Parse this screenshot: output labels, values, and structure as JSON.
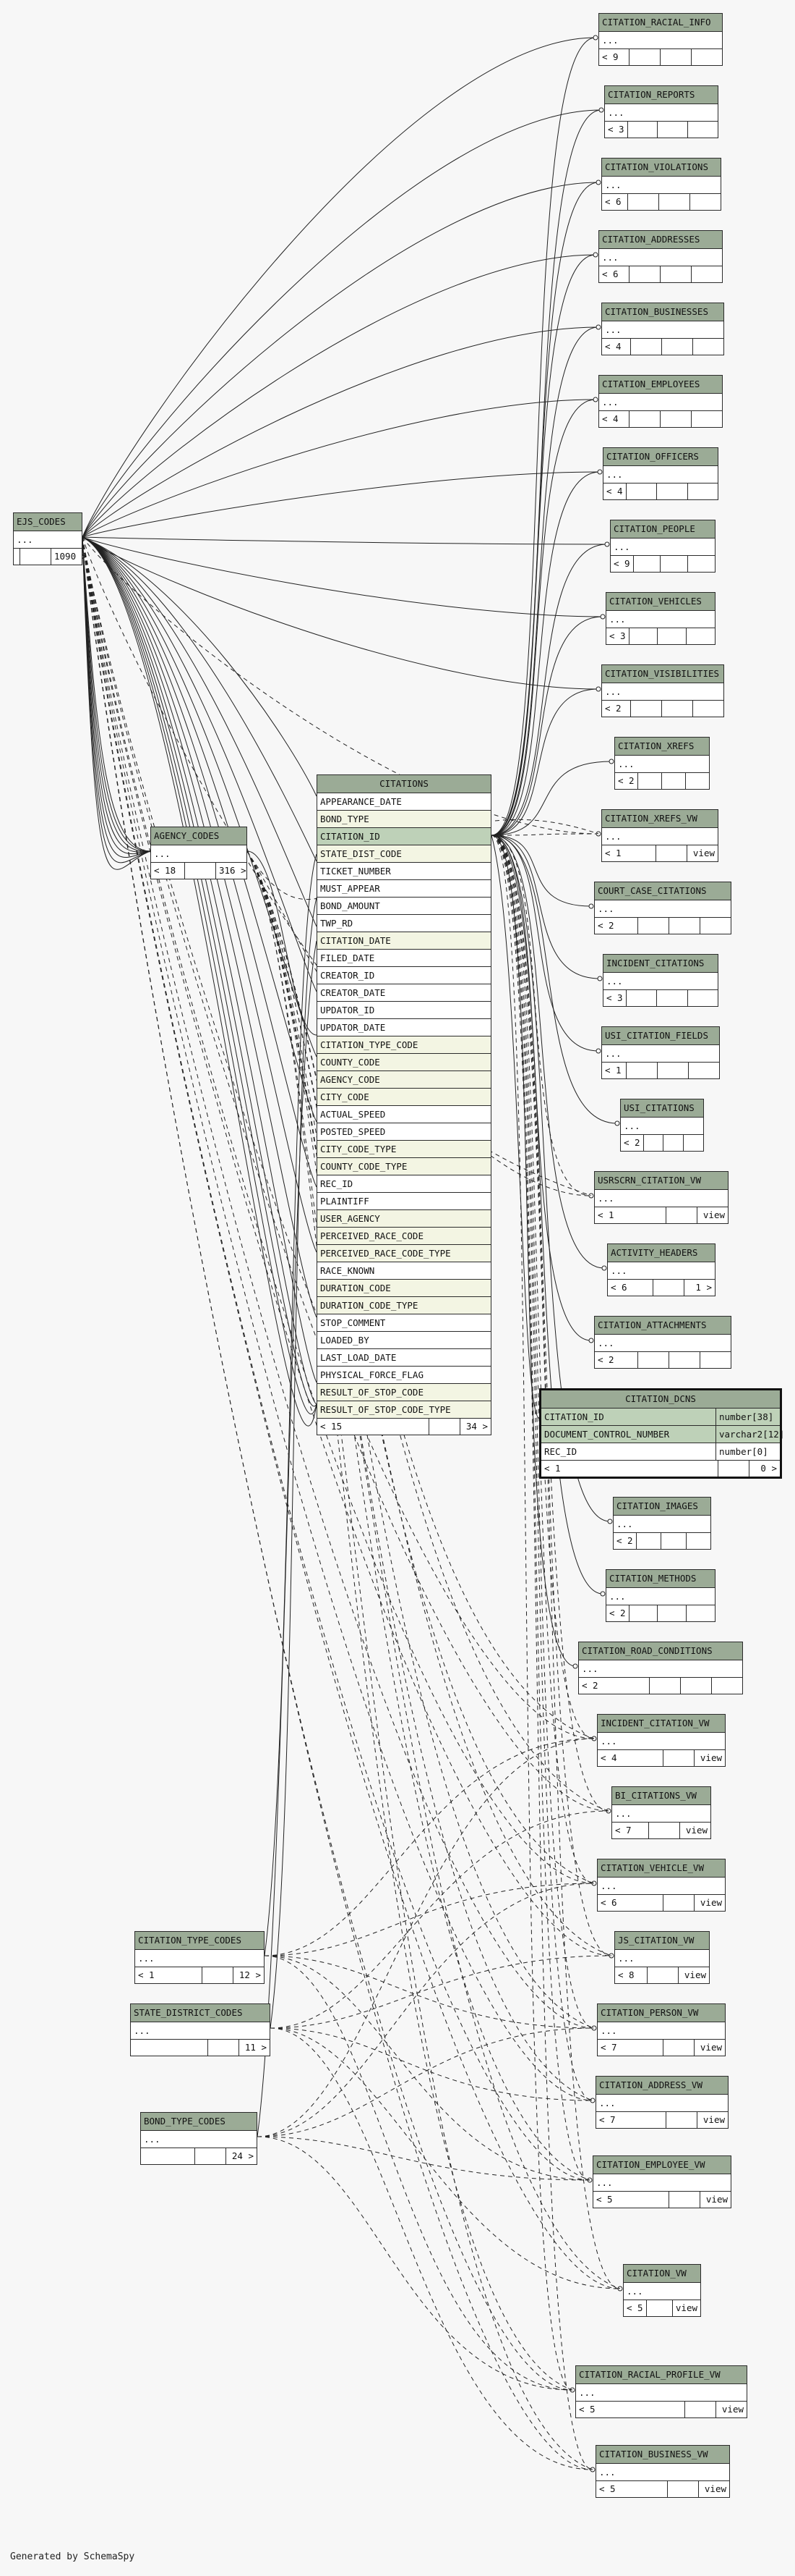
{
  "credit": "Generated by SchemaSpy",
  "colors": {
    "header": "#9bab96",
    "key_column": "#f3f5e3",
    "primary_key": "#bed1b8",
    "border": "#2b2b2b",
    "background": "#f7f7f7"
  },
  "citations": {
    "name": "CITATIONS",
    "columns": [
      {
        "name": "APPEARANCE_DATE",
        "kind": "plain"
      },
      {
        "name": "BOND_TYPE",
        "kind": "key"
      },
      {
        "name": "CITATION_ID",
        "kind": "pk"
      },
      {
        "name": "STATE_DIST_CODE",
        "kind": "key"
      },
      {
        "name": "TICKET_NUMBER",
        "kind": "plain"
      },
      {
        "name": "MUST_APPEAR",
        "kind": "plain"
      },
      {
        "name": "BOND_AMOUNT",
        "kind": "plain"
      },
      {
        "name": "TWP_RD",
        "kind": "plain"
      },
      {
        "name": "CITATION_DATE",
        "kind": "key"
      },
      {
        "name": "FILED_DATE",
        "kind": "plain"
      },
      {
        "name": "CREATOR_ID",
        "kind": "plain"
      },
      {
        "name": "CREATOR_DATE",
        "kind": "plain"
      },
      {
        "name": "UPDATOR_ID",
        "kind": "plain"
      },
      {
        "name": "UPDATOR_DATE",
        "kind": "plain"
      },
      {
        "name": "CITATION_TYPE_CODE",
        "kind": "key"
      },
      {
        "name": "COUNTY_CODE",
        "kind": "key"
      },
      {
        "name": "AGENCY_CODE",
        "kind": "key"
      },
      {
        "name": "CITY_CODE",
        "kind": "key"
      },
      {
        "name": "ACTUAL_SPEED",
        "kind": "plain"
      },
      {
        "name": "POSTED_SPEED",
        "kind": "plain"
      },
      {
        "name": "CITY_CODE_TYPE",
        "kind": "key"
      },
      {
        "name": "COUNTY_CODE_TYPE",
        "kind": "key"
      },
      {
        "name": "REC_ID",
        "kind": "plain"
      },
      {
        "name": "PLAINTIFF",
        "kind": "plain"
      },
      {
        "name": "USER_AGENCY",
        "kind": "key"
      },
      {
        "name": "PERCEIVED_RACE_CODE",
        "kind": "key"
      },
      {
        "name": "PERCEIVED_RACE_CODE_TYPE",
        "kind": "key"
      },
      {
        "name": "RACE_KNOWN",
        "kind": "plain"
      },
      {
        "name": "DURATION_CODE",
        "kind": "key"
      },
      {
        "name": "DURATION_CODE_TYPE",
        "kind": "key"
      },
      {
        "name": "STOP_COMMENT",
        "kind": "plain"
      },
      {
        "name": "LOADED_BY",
        "kind": "plain"
      },
      {
        "name": "LAST_LOAD_DATE",
        "kind": "plain"
      },
      {
        "name": "PHYSICAL_FORCE_FLAG",
        "kind": "plain"
      },
      {
        "name": "RESULT_OF_STOP_CODE",
        "kind": "key"
      },
      {
        "name": "RESULT_OF_STOP_CODE_TYPE",
        "kind": "key"
      }
    ],
    "footer": [
      "< 15",
      "",
      "34 >"
    ]
  },
  "citation_dcns": {
    "name": "CITATION_DCNS",
    "columns": [
      {
        "name": "CITATION_ID",
        "type": "number[38]",
        "kind": "pk"
      },
      {
        "name": "DOCUMENT_CONTROL_NUMBER",
        "type": "varchar2[12]",
        "kind": "pk"
      },
      {
        "name": "REC_ID",
        "type": "number[0]",
        "kind": "plain"
      }
    ],
    "footer": [
      "< 1",
      "",
      "0 >"
    ]
  },
  "parents": [
    {
      "name": "EJS_CODES",
      "rows": [
        "..."
      ],
      "footer": [
        "",
        "",
        "1090 >"
      ]
    },
    {
      "name": "AGENCY_CODES",
      "rows": [
        "..."
      ],
      "footer": [
        "< 18",
        "",
        "316 >"
      ]
    },
    {
      "name": "CITATION_TYPE_CODES",
      "rows": [
        "..."
      ],
      "footer": [
        "< 1",
        "",
        "12 >"
      ]
    },
    {
      "name": "STATE_DISTRICT_CODES",
      "rows": [
        "..."
      ],
      "footer": [
        "",
        "",
        "11 >"
      ]
    },
    {
      "name": "BOND_TYPE_CODES",
      "rows": [
        "..."
      ],
      "footer": [
        "",
        "",
        "24 >"
      ]
    }
  ],
  "children": [
    {
      "name": "CITATION_RACIAL_INFO",
      "footer": "< 9"
    },
    {
      "name": "CITATION_REPORTS",
      "footer": "< 3"
    },
    {
      "name": "CITATION_VIOLATIONS",
      "footer": "< 6"
    },
    {
      "name": "CITATION_ADDRESSES",
      "footer": "< 6"
    },
    {
      "name": "CITATION_BUSINESSES",
      "footer": "< 4"
    },
    {
      "name": "CITATION_EMPLOYEES",
      "footer": "< 4"
    },
    {
      "name": "CITATION_OFFICERS",
      "footer": "< 4"
    },
    {
      "name": "CITATION_PEOPLE",
      "footer": "< 9"
    },
    {
      "name": "CITATION_VEHICLES",
      "footer": "< 3"
    },
    {
      "name": "CITATION_VISIBILITIES",
      "footer": "< 2"
    },
    {
      "name": "CITATION_XREFS",
      "footer": "< 2"
    },
    {
      "name": "CITATION_XREFS_VW",
      "footer": "< 1",
      "view": "view"
    },
    {
      "name": "COURT_CASE_CITATIONS",
      "footer": "< 2"
    },
    {
      "name": "INCIDENT_CITATIONS",
      "footer": "< 3"
    },
    {
      "name": "USI_CITATION_FIELDS",
      "footer": "< 1"
    },
    {
      "name": "USI_CITATIONS",
      "footer": "< 2"
    },
    {
      "name": "USRSCRN_CITATION_VW",
      "footer": "< 1",
      "view": "view"
    },
    {
      "name": "ACTIVITY_HEADERS",
      "footer": "< 6",
      "extra": "1 >"
    },
    {
      "name": "CITATION_ATTACHMENTS",
      "footer": "< 2"
    },
    {
      "name": "CITATION_IMAGES",
      "footer": "< 2"
    },
    {
      "name": "CITATION_METHODS",
      "footer": "< 2"
    },
    {
      "name": "CITATION_ROAD_CONDITIONS",
      "footer": "< 2"
    },
    {
      "name": "INCIDENT_CITATION_VW",
      "footer": "< 4",
      "view": "view"
    },
    {
      "name": "BI_CITATIONS_VW",
      "footer": "< 7",
      "view": "view"
    },
    {
      "name": "CITATION_VEHICLE_VW",
      "footer": "< 6",
      "view": "view"
    },
    {
      "name": "JS_CITATION_VW",
      "footer": "< 8",
      "view": "view"
    },
    {
      "name": "CITATION_PERSON_VW",
      "footer": "< 7",
      "view": "view"
    },
    {
      "name": "CITATION_ADDRESS_VW",
      "footer": "< 7",
      "view": "view"
    },
    {
      "name": "CITATION_EMPLOYEE_VW",
      "footer": "< 5",
      "view": "view"
    },
    {
      "name": "CITATION_VW",
      "footer": "< 5",
      "view": "view"
    },
    {
      "name": "CITATION_RACIAL_PROFILE_VW",
      "footer": "< 5",
      "view": "view"
    },
    {
      "name": "CITATION_BUSINESS_VW",
      "footer": "< 5",
      "view": "view"
    }
  ]
}
